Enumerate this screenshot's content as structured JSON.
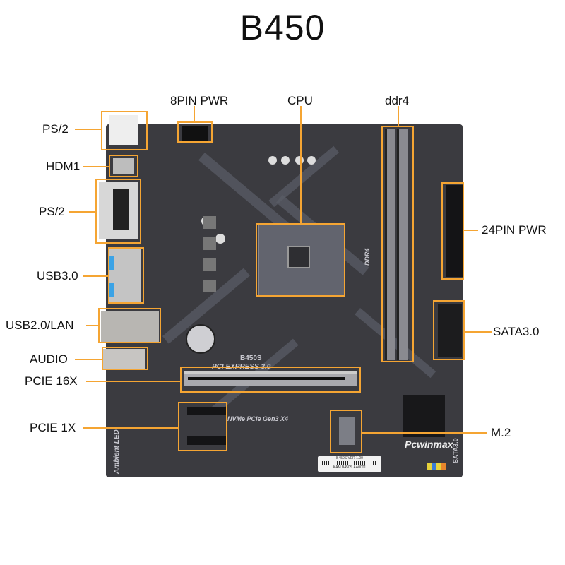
{
  "title": "B450",
  "colors": {
    "callout": "#f5a533",
    "pcb": "#3b3b40",
    "text": "#111111"
  },
  "callouts": {
    "ps2_top": "PS/2",
    "hdmi": "HDM1",
    "ps2_vga": "PS/2",
    "usb3": "USB3.0",
    "usb2_lan": "USB2.0/LAN",
    "audio": "AUDIO",
    "pcie16": "PCIE 16X",
    "pcie1": "PCIE 1X",
    "pin8": "8PIN PWR",
    "cpu": "CPU",
    "ddr4": "ddr4",
    "pin24": "24PIN PWR",
    "sata": "SATA3.0",
    "m2": "M.2"
  },
  "silkscreen": {
    "model": "B450S",
    "pci_express": "PCI EXPRESS 3.0",
    "nvme": "NVMe PCIe Gen3 X4",
    "ddr4": "DDR4",
    "brand": "Pcwinmax",
    "ambient": "Ambient LED",
    "sata_side": "SATA3.0",
    "sticker_line1": "B450S VER 1.00",
    "sticker_line2": "KAM.B450S.AA0001"
  }
}
